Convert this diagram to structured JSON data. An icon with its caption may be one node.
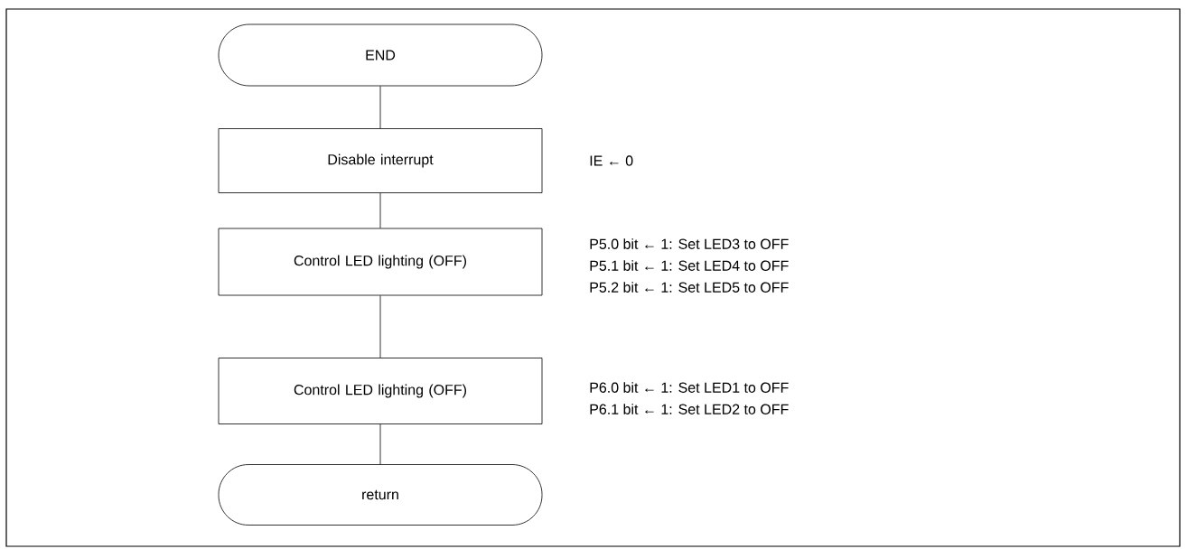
{
  "diagram": {
    "nodes": [
      {
        "text": [
          "END"
        ]
      },
      {
        "text": [
          "Disable interrupt"
        ]
      },
      {
        "text": [
          "Control LED lighting (OFF)"
        ]
      },
      {
        "text": [
          "Control LED lighting (OFF)"
        ]
      },
      {
        "text": [
          "return"
        ]
      }
    ],
    "edges": [
      {
        "from": 0,
        "to": 1,
        "arrow": "none"
      },
      {
        "from": 1,
        "to": 2,
        "arrow": "none"
      },
      {
        "from": 2,
        "to": 3,
        "arrow": "none"
      },
      {
        "from": 3,
        "to": 4,
        "arrow": "none"
      }
    ],
    "labels": [
      "IE ← 0",
      "P5.0 bit ← 1: Set LED3 to OFF",
      "P5.1 bit ← 1: Set LED4 to OFF",
      "P5.2 bit ← 1: Set LED5 to OFF",
      "P6.0 bit ← 1: Set LED1 to OFF",
      "P6.1 bit ← 1: Set LED2 to OFF"
    ]
  }
}
